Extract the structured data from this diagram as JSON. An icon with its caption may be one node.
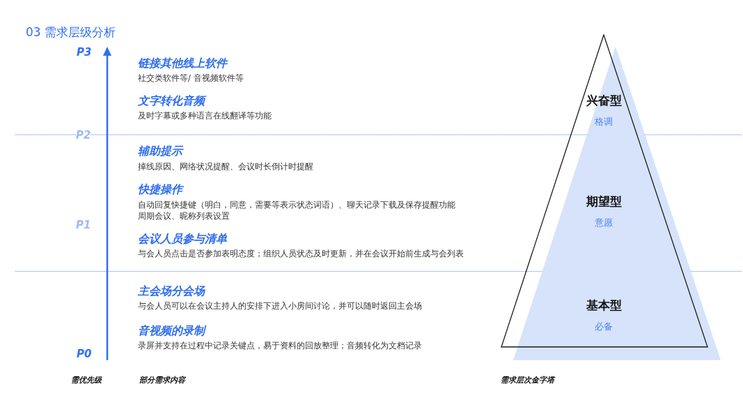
{
  "diagram": {
    "title": "03 需求层级分析",
    "nodes": [
      {
        "text": [
          "兴奋型",
          "格调",
          "期望型",
          "意愿",
          "基本型",
          "必备"
        ]
      }
    ],
    "labels": [
      "P3",
      "链接其他线上软件",
      "社交类软件等/ 音视频软件等",
      "文字转化音频",
      "及时字幕或多种语言在线翻译等功能",
      "P2",
      "辅助提示",
      "掉线原因、网络状况提醒、会议时长倒计时提醒",
      "快捷操作",
      "自动回复快捷键（明白，同意，需要等表示状态词语）、聊天记录下载及保存提醒功能",
      "周期会议、昵称列表设置",
      "P1",
      "会议人员参与清单",
      "与会人员点击是否参加表明态度；组织人员状态及时更新，并在会议开始前生成与会列表",
      "主会场分会场",
      "与会人员可以在会议主持人的安排下进入小房间讨论，并可以随时返回主会场",
      "音视频的录制",
      "录屏并支持在过程中记录关键点，易于资料的回放整理；音频转化为文档记录",
      "P0",
      "需优先级",
      "部分需求内容",
      "需求层次金字塔"
    ]
  }
}
